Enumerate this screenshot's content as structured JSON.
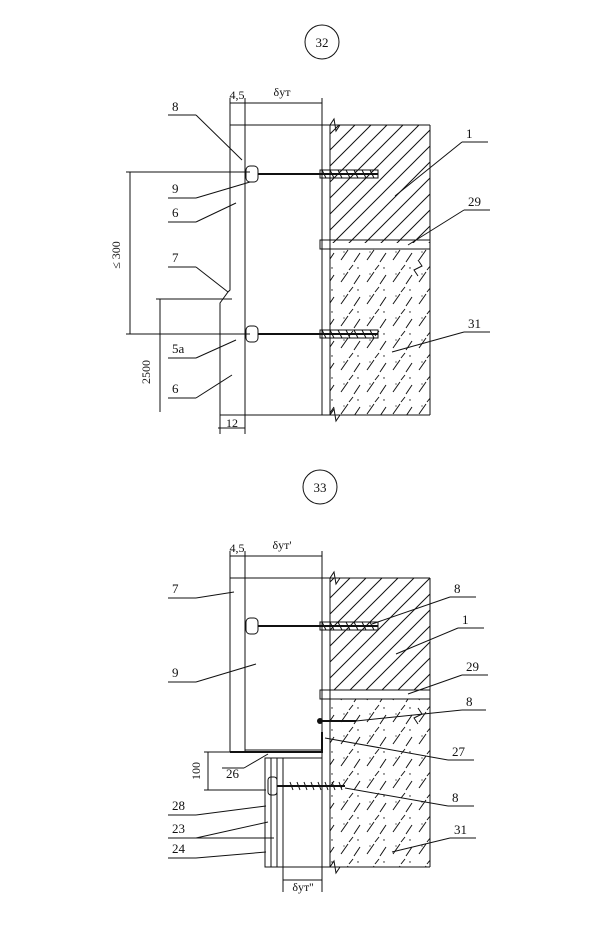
{
  "details": [
    {
      "number": "32",
      "dims": {
        "top_left": "4,5",
        "top_insulation": "δут",
        "left_height": "≤ 300",
        "left_low": "2500",
        "bottom": "12"
      },
      "leaders": {
        "l8": "8",
        "l9": "9",
        "l6a": "6",
        "l7": "7",
        "l5a": "5а",
        "l6b": "6",
        "l1": "1",
        "l29": "29",
        "l31": "31"
      }
    },
    {
      "number": "33",
      "dims": {
        "top_left": "4,5",
        "top_insulation": "δут'",
        "left_height": "100",
        "bottom_insulation": "δут''"
      },
      "leaders": {
        "l7": "7",
        "l9": "9",
        "l26": "26",
        "l28": "28",
        "l23": "23",
        "l24": "24",
        "l8a": "8",
        "l1": "1",
        "l29": "29",
        "l8b": "8",
        "l27": "27",
        "l8c": "8",
        "l31": "31"
      }
    }
  ]
}
